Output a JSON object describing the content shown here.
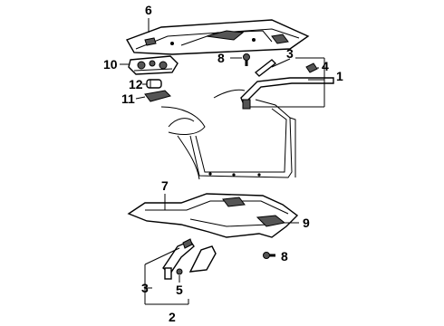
{
  "callouts": {
    "c1": "1",
    "c2": "2",
    "c3a": "3",
    "c3b": "3",
    "c4": "4",
    "c5": "5",
    "c6": "6",
    "c7": "7",
    "c8a": "8",
    "c8b": "8",
    "c9": "9",
    "c10": "10",
    "c11": "11",
    "c12": "12"
  }
}
